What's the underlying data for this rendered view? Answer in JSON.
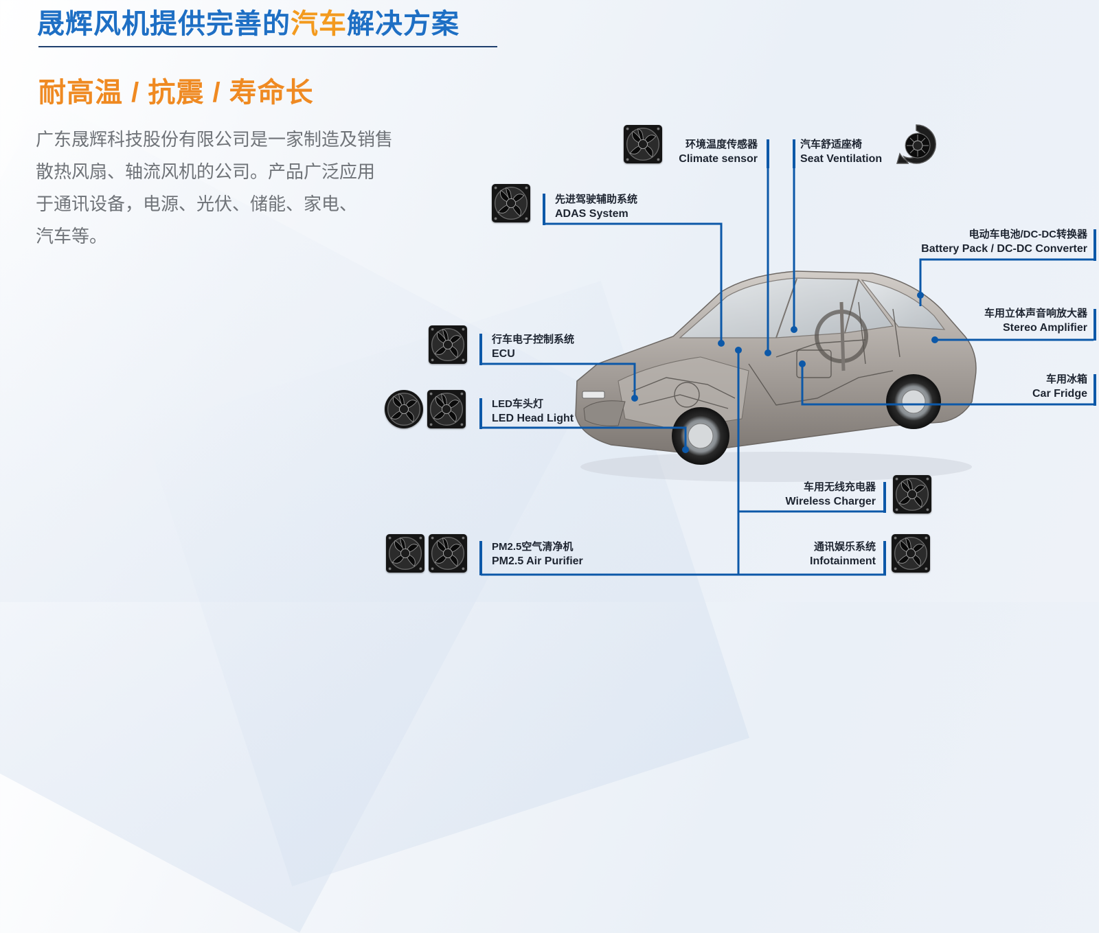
{
  "header": {
    "title_part1": "晟辉风机提供完善的",
    "title_highlight": "汽车",
    "title_part2": "解决方案",
    "subtitle": "耐高温 / 抗震 / 寿命长"
  },
  "intro": {
    "lines": [
      "广东晟辉科技股份有限公司是一家制造及销售",
      "散热风扇、轴流风机的公司。产品广泛应用",
      "于通讯设备，电源、光伏、储能、家电、",
      "汽车等。"
    ]
  },
  "applications": {
    "climate": {
      "zh": "环境温度传感器",
      "en": "Climate sensor"
    },
    "seat": {
      "zh": "汽车舒适座椅",
      "en": "Seat Ventilation"
    },
    "adas": {
      "zh": "先进驾驶辅助系统",
      "en": "ADAS System"
    },
    "battery": {
      "zh": "电动车电池/DC-DC转换器",
      "en": "Battery Pack / DC-DC Converter"
    },
    "stereo": {
      "zh": "车用立体声音响放大器",
      "en": "Stereo Amplifier"
    },
    "ecu": {
      "zh": "行车电子控制系统",
      "en": "ECU"
    },
    "fridge": {
      "zh": "车用冰箱",
      "en": "Car Fridge"
    },
    "led": {
      "zh": "LED车头灯",
      "en": "LED Head Light"
    },
    "wireless": {
      "zh": "车用无线充电器",
      "en": "Wireless Charger"
    },
    "pm25": {
      "zh": "PM2.5空气清净机",
      "en": "PM2.5 Air Purifier"
    },
    "infotainment": {
      "zh": "通讯娱乐系统",
      "en": "Infotainment"
    }
  },
  "colors": {
    "title_blue": "#1e6fc4",
    "highlight_orange": "#f39a1e",
    "subtitle_orange": "#ef8a22",
    "line_blue": "#0c58a8",
    "body_gray": "#6f7378"
  },
  "icons": {
    "fan": "axial-fan-icon",
    "blower": "blower-fan-icon",
    "car": "car-cutaway-illustration"
  }
}
